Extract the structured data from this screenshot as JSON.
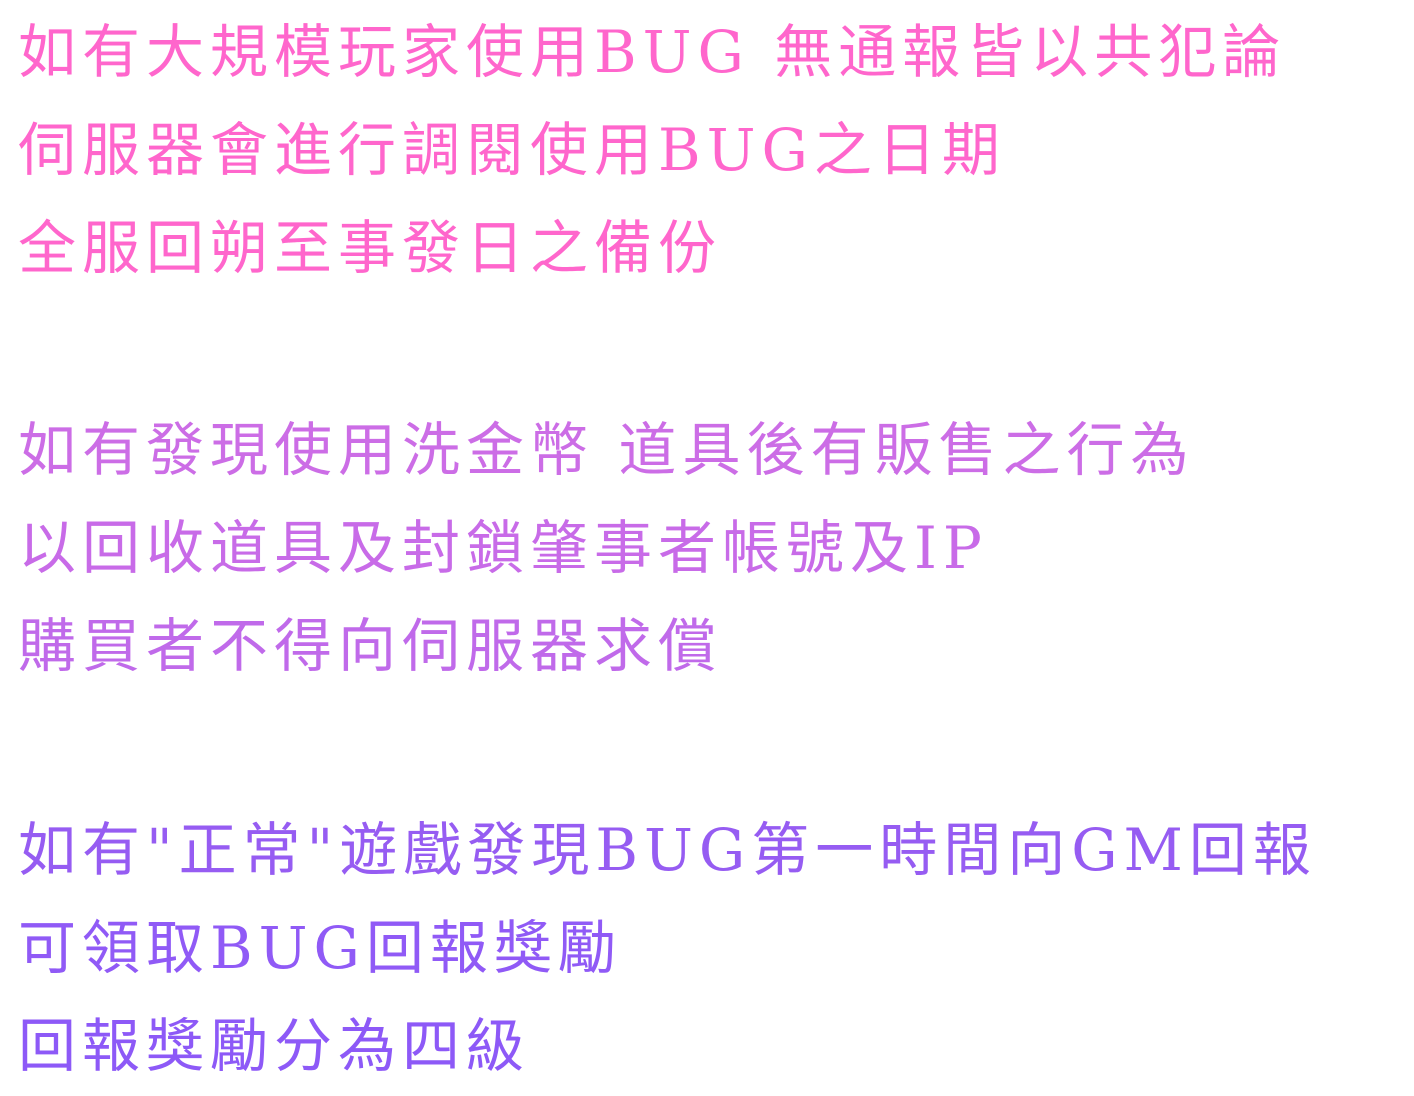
{
  "sections": [
    {
      "color": "#FF66CC",
      "lines": [
        "如有大規模玩家使用BUG 無通報皆以共犯論",
        "伺服器會進行調閱使用BUG之日期",
        "全服回朔至事發日之備份"
      ]
    },
    {
      "color": "#CC6DE6",
      "lines": [
        "如有發現使用洗金幣 道具後有販售之行為",
        "以回收道具及封鎖肇事者帳號及IP",
        "購買者不得向伺服器求償"
      ]
    },
    {
      "color": "#8F5AF6",
      "lines": [
        "如有\"正常\"遊戲發現BUG第一時間向GM回報",
        "可領取BUG回報獎勵",
        "回報獎勵分為四級"
      ]
    }
  ]
}
